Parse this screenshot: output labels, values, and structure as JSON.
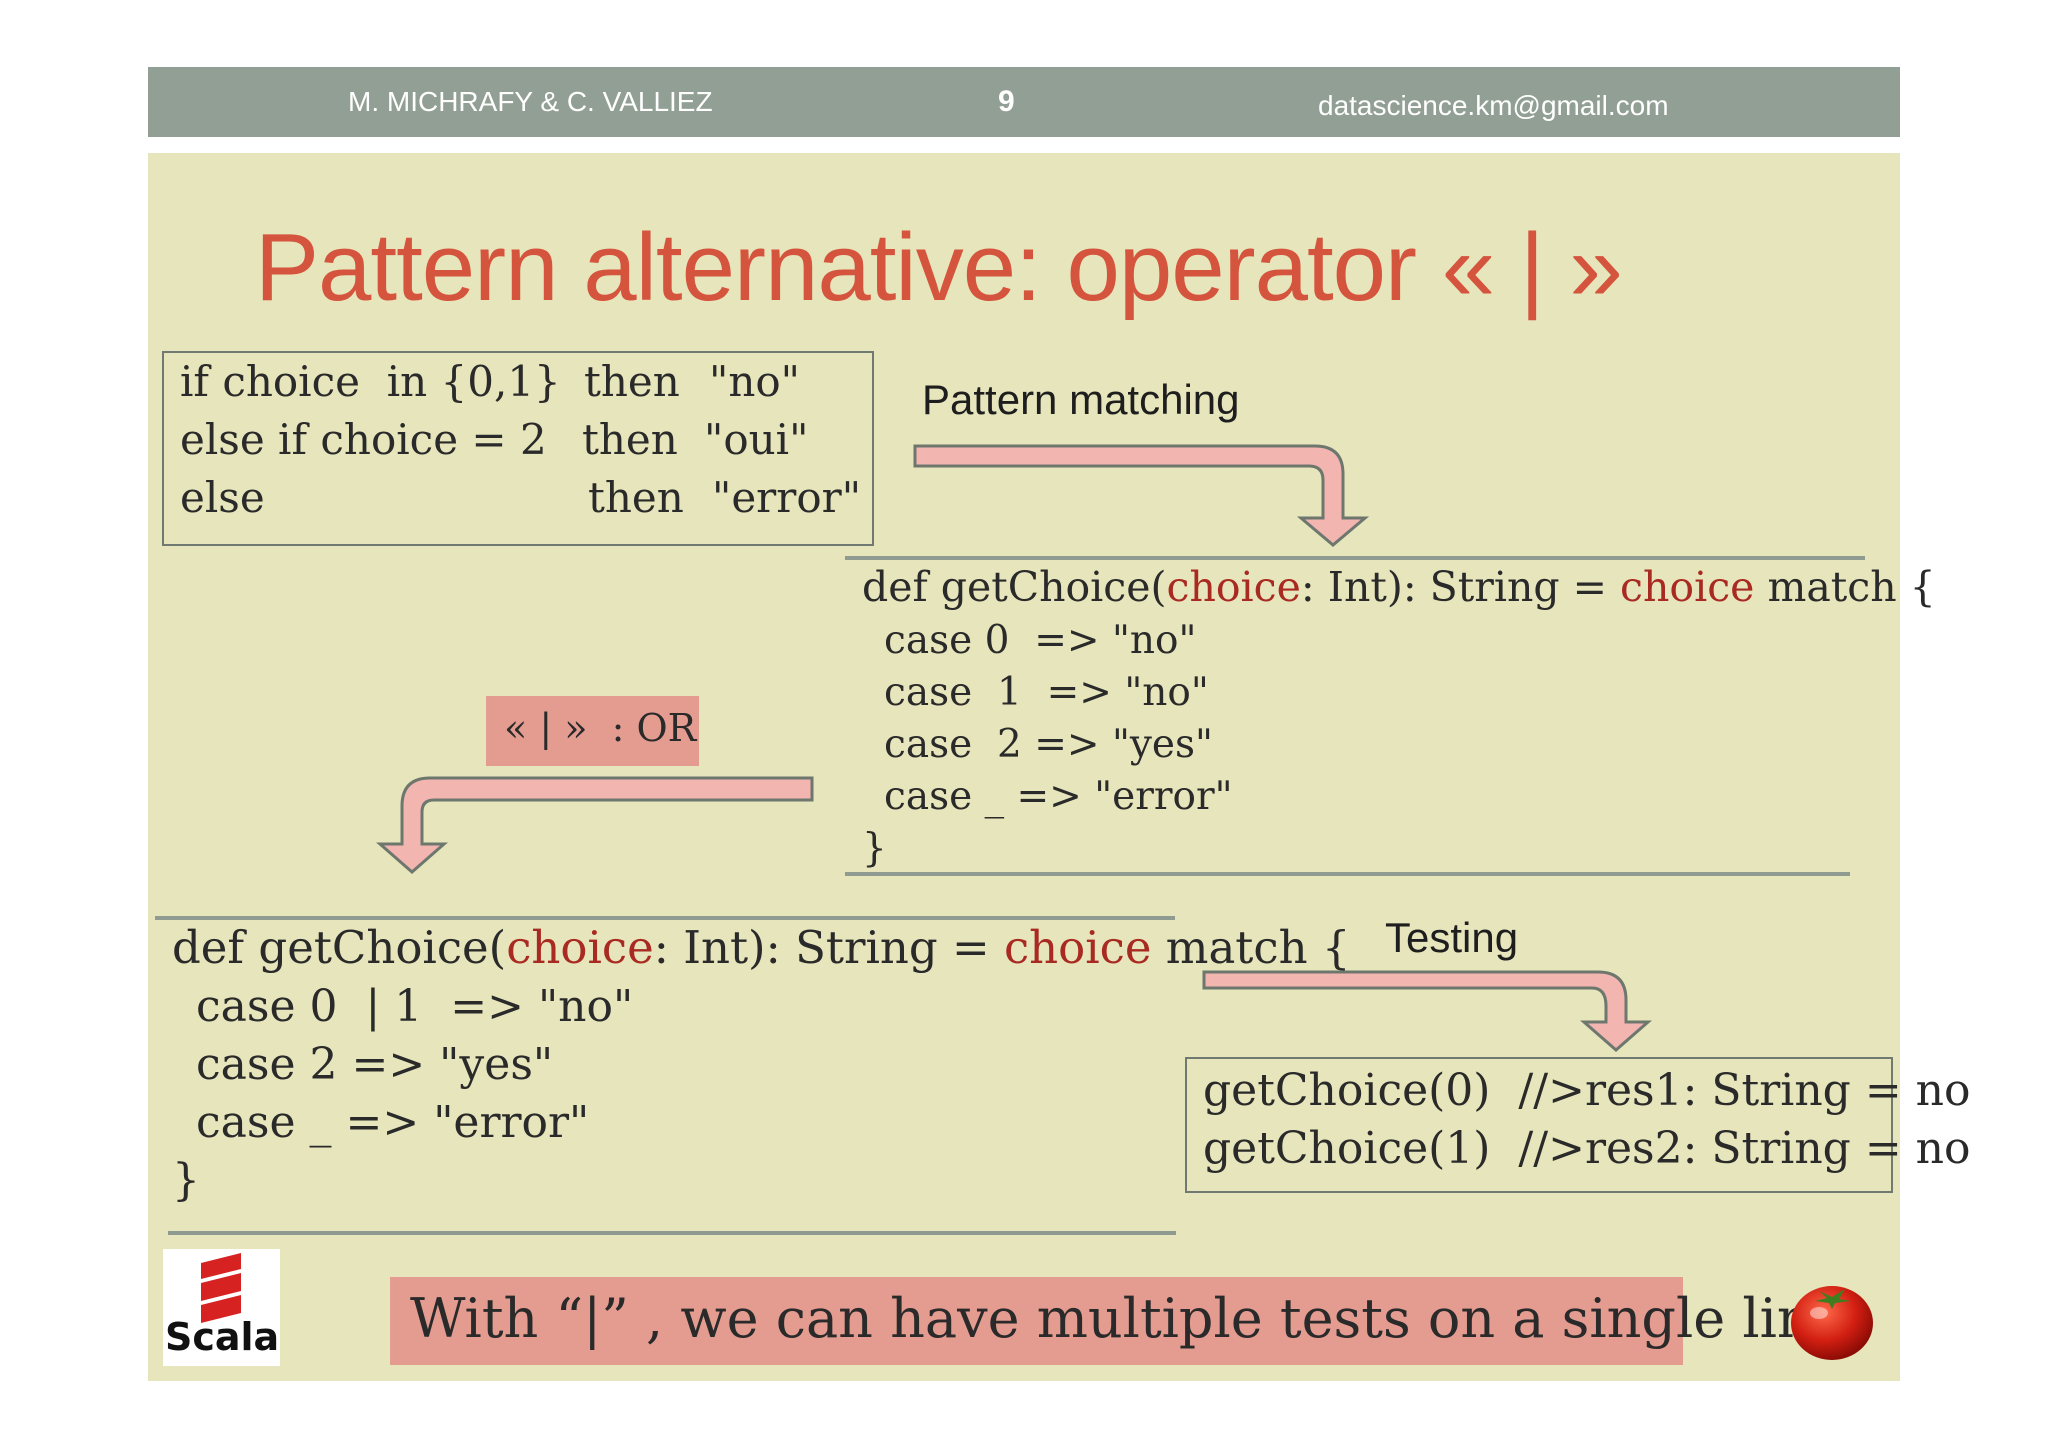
{
  "header": {
    "authors": "M. MICHRAFY &  C. VALLIEZ",
    "page_number": "9",
    "email": "datascience.km@gmail.com"
  },
  "slide": {
    "title": "Pattern alternative: operator « | »",
    "if_box": {
      "lines": [
        {
          "cond": "if choice  in {0,1}",
          "then": "then",
          "val": "\"no\""
        },
        {
          "cond": "else if choice = 2",
          "then": "then",
          "val": "\"oui\""
        },
        {
          "cond": "else",
          "then": "then",
          "val": "\"error\""
        }
      ]
    },
    "pattern_matching_label": "Pattern matching",
    "code1": {
      "def_prefix": "def ",
      "fn": "getChoice(",
      "param": "choice",
      "sig": ": Int): String = ",
      "scrutinee": "choice",
      "match_kw": " match {",
      "cases": [
        "case 0  => \"no\"",
        "case  1  => \"no\"",
        "case  2 => \"yes\"",
        "case _ => \"error\""
      ],
      "close": "}"
    },
    "or_label": "« | »  : OR",
    "code2": {
      "def_prefix": "def ",
      "fn": "getChoice(",
      "param": "choice",
      "sig": ": Int): String = ",
      "scrutinee": "choice",
      "match_kw": " match {",
      "cases": [
        "case 0  | 1  => \"no\"",
        "case 2 => \"yes\"",
        "case _ => \"error\""
      ],
      "close": "}"
    },
    "testing_label": "Testing",
    "test_lines": [
      "getChoice(0)  //>res1: String = no",
      "getChoice(1)  //>res2: String = no"
    ],
    "footer_message": "With “|” , we can have multiple tests on a single line",
    "scala_logo_text": "Scala"
  },
  "colors": {
    "header_bg": "#929f94",
    "slide_bg": "#e7e5bb",
    "title": "#d4543e",
    "arrow_fill": "#f2b5b0",
    "pink_box": "#e49c91",
    "keyword_red": "#a82a22"
  },
  "icons": [
    "scala-logo",
    "tomato-icon",
    "arrow-down-right",
    "arrow-down-left"
  ]
}
